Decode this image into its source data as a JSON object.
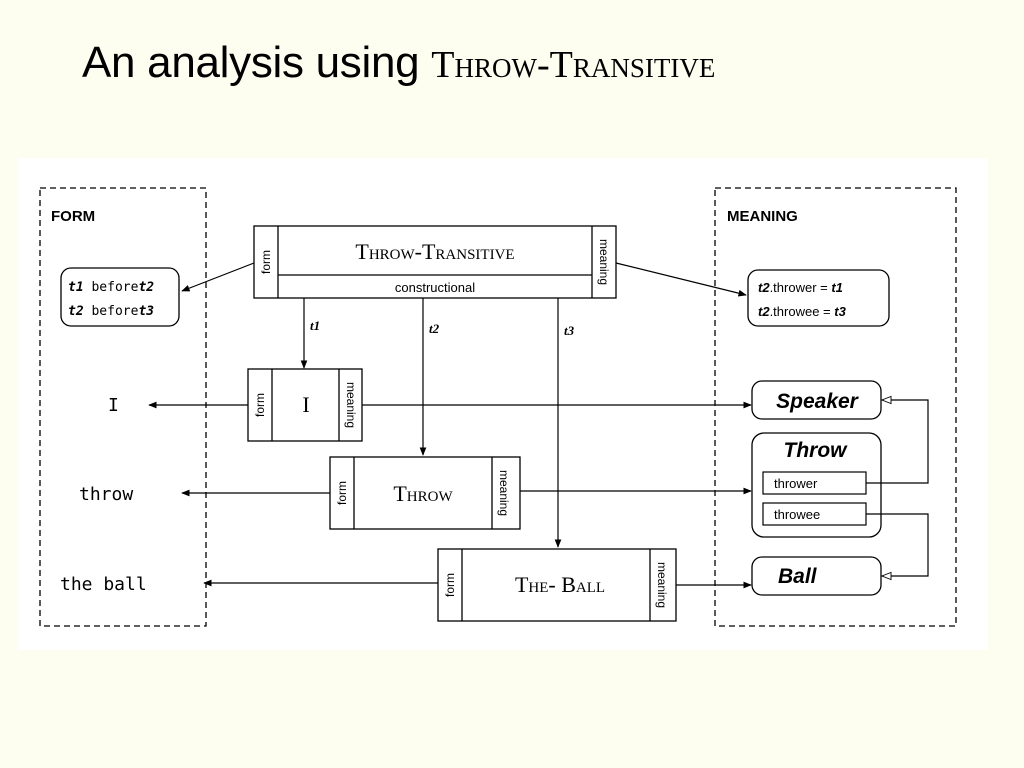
{
  "title": {
    "prefix": "An analysis using ",
    "construction": "Throw-Transitive"
  },
  "diagram": {
    "form_panel_label": "FORM",
    "meaning_panel_label": "MEANING",
    "main_construction": {
      "name": "Throw-Transitive",
      "form_tab": "form",
      "meaning_tab": "meaning",
      "sub_label": "constructional"
    },
    "form_constraints": [
      {
        "first": "t1",
        "rel": "before",
        "second": "t2"
      },
      {
        "first": "t2",
        "rel": "before",
        "second": "t3"
      }
    ],
    "meaning_constraints": [
      {
        "var": "t2",
        "role": ".thrower = ",
        "value": "t1"
      },
      {
        "var": "t2",
        "role": ".throwee = ",
        "value": "t3"
      }
    ],
    "arrow_labels": {
      "t1": "t1",
      "t2": "t2",
      "t3": "t3"
    },
    "constituents": [
      {
        "name": "I",
        "form_tab": "form",
        "meaning_tab": "meaning",
        "form_word": "I"
      },
      {
        "name": "Throw",
        "form_tab": "form",
        "meaning_tab": "meaning",
        "form_word": "throw"
      },
      {
        "name": "The- Ball",
        "form_tab": "form",
        "meaning_tab": "meaning",
        "form_word": "the ball"
      }
    ],
    "meaning_frames": {
      "speaker": "Speaker",
      "throw": {
        "title": "Throw",
        "roles": [
          "thrower",
          "throwee"
        ]
      },
      "ball": "Ball"
    }
  }
}
